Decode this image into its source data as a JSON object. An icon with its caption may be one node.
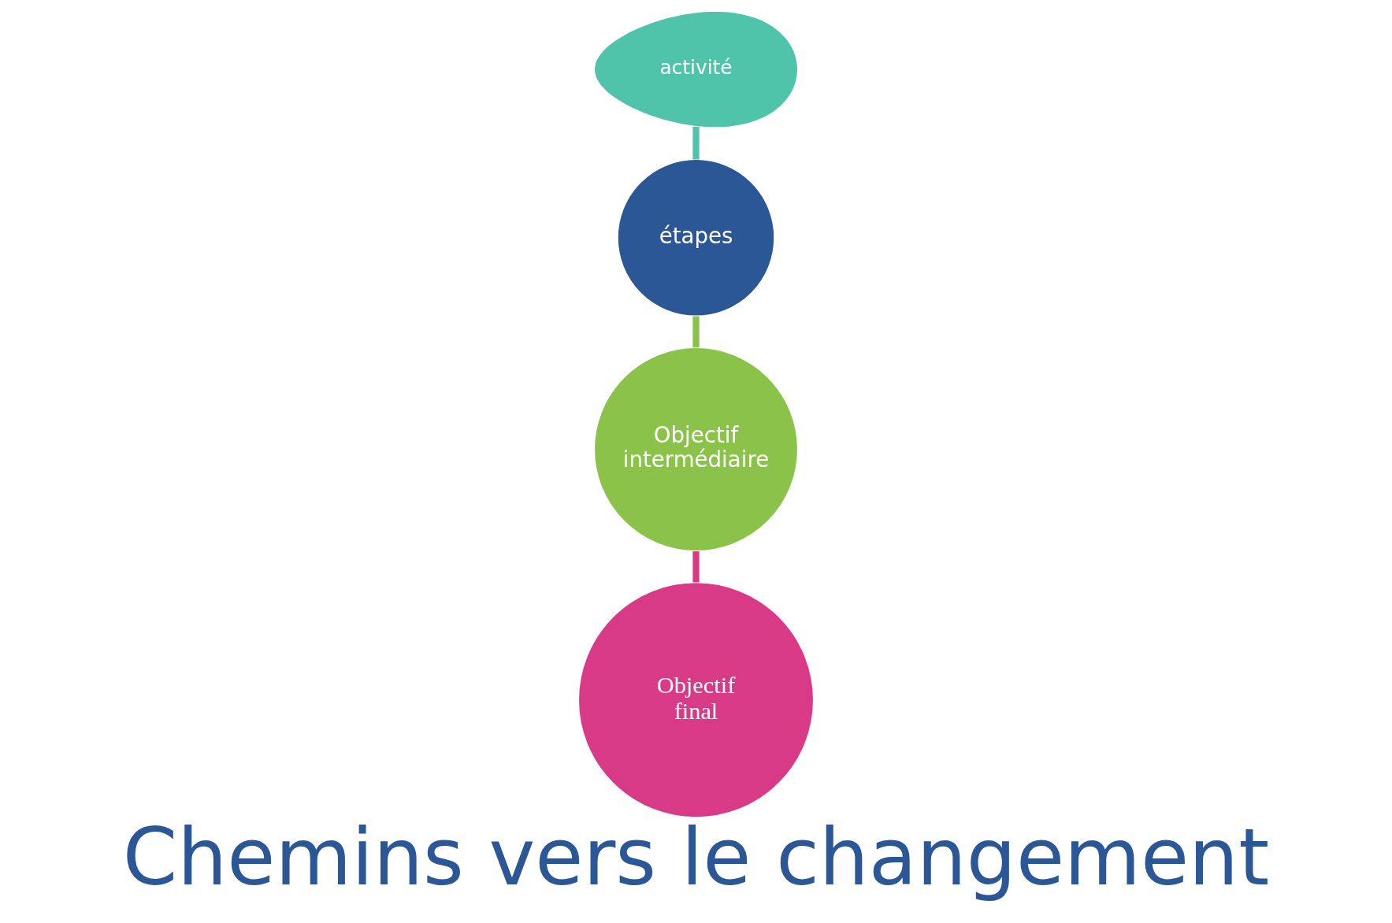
{
  "diagram": {
    "title": "Chemins vers le changement",
    "nodes": [
      {
        "text": [
          "activité"
        ]
      },
      {
        "text": [
          "étapes"
        ]
      },
      {
        "text": [
          "Objectif intermédiaire"
        ]
      },
      {
        "text": [
          "Objectif final"
        ]
      }
    ],
    "edges": [
      {
        "from": 1,
        "to": 0,
        "arrow": "none",
        "color": "#4fc4aa"
      },
      {
        "from": 2,
        "to": 1,
        "arrow": "none",
        "color": "#8bc34a"
      },
      {
        "from": 3,
        "to": 2,
        "arrow": "none",
        "color": "#d93a87"
      }
    ]
  }
}
